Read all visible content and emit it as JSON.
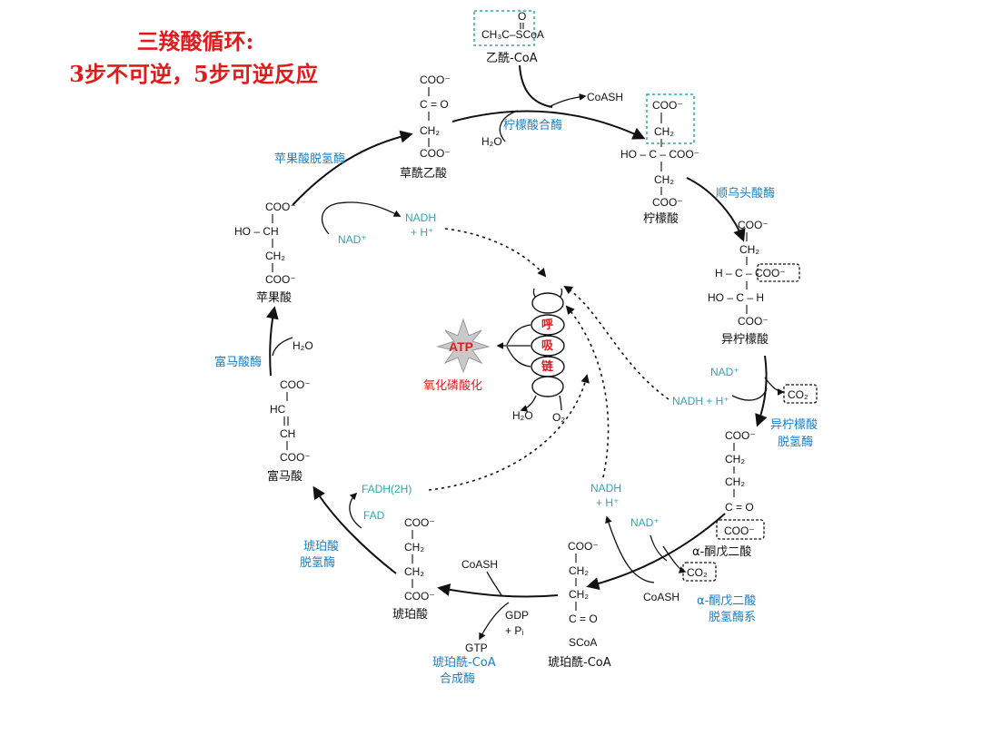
{
  "title": {
    "line1": "三羧酸循环:",
    "line2": "3步不可逆，5步可逆反应"
  },
  "metabolites": {
    "acetyl_coa": {
      "formula": "CH₃C–SCoA",
      "o": "O",
      "name": "乙酰-CoA"
    },
    "oxaloacetate": {
      "lines": [
        "COO⁻",
        "C = O",
        "CH₂",
        "COO⁻"
      ],
      "name": "草酰乙酸"
    },
    "citrate": {
      "lines": [
        "COO⁻",
        "CH₂",
        "HO – C – COO⁻",
        "CH₂",
        "COO⁻"
      ],
      "name": "柠檬酸"
    },
    "isocitrate": {
      "lines": [
        "COO⁻",
        "CH₂",
        "H – C – COO⁻",
        "HO – C – H",
        "COO⁻"
      ],
      "name": "异柠檬酸"
    },
    "alpha_kg": {
      "lines": [
        "COO⁻",
        "CH₂",
        "CH₂",
        "C = O",
        "COO⁻"
      ],
      "name": "α-酮戊二酸"
    },
    "succinyl_coa": {
      "lines": [
        "COO⁻",
        "CH₂",
        "CH₂",
        "C = O",
        "SCoA"
      ],
      "name": "琥珀酰-CoA"
    },
    "succinate": {
      "lines": [
        "COO⁻",
        "CH₂",
        "CH₂",
        "COO⁻"
      ],
      "name": "琥珀酸"
    },
    "fumarate": {
      "lines": [
        "COO⁻",
        "HC",
        "CH",
        "COO⁻"
      ],
      "name": "富马酸"
    },
    "malate": {
      "lines": [
        "COO⁻",
        "HO – CH",
        "CH₂",
        "COO⁻"
      ],
      "name": "苹果酸"
    }
  },
  "enzymes": {
    "citrate_synthase": "柠檬酸合酶",
    "aconitase": "顺乌头酸酶",
    "idh_1": "异柠檬酸",
    "idh_2": "脱氢酶",
    "akgdh_1": "α-酮戊二酸",
    "akgdh_2": "脱氢酶系",
    "scs_1": "琥珀酰-CoA",
    "scs_2": "合成酶",
    "sdh_1": "琥珀酸",
    "sdh_2": "脱氢酶",
    "fumarase": "富马酸酶",
    "mdh": "苹果酸脱氢酶"
  },
  "cofactors": {
    "coash": "CoASH",
    "h2o": "H₂O",
    "nadh": "NADH",
    "h_plus": "+ H⁺",
    "nad_plus": "NAD⁺",
    "nadh_h": "NADH + H⁺",
    "co2": "CO₂",
    "gdp": "GDP",
    "pi": "+ Pᵢ",
    "gtp": "GTP",
    "fadh": "FADH(2H)",
    "fad": "FAD",
    "o2": "O₂"
  },
  "respiratory_chain": {
    "chars": [
      "呼",
      "吸",
      "链"
    ],
    "atp": "ATP",
    "label": "氧化磷酸化"
  },
  "colors": {
    "title": "#e01b1b",
    "enzyme": "#1a7fc4",
    "cofactor": "#2aa7b0",
    "box_highlight": "#2aa7b0"
  }
}
